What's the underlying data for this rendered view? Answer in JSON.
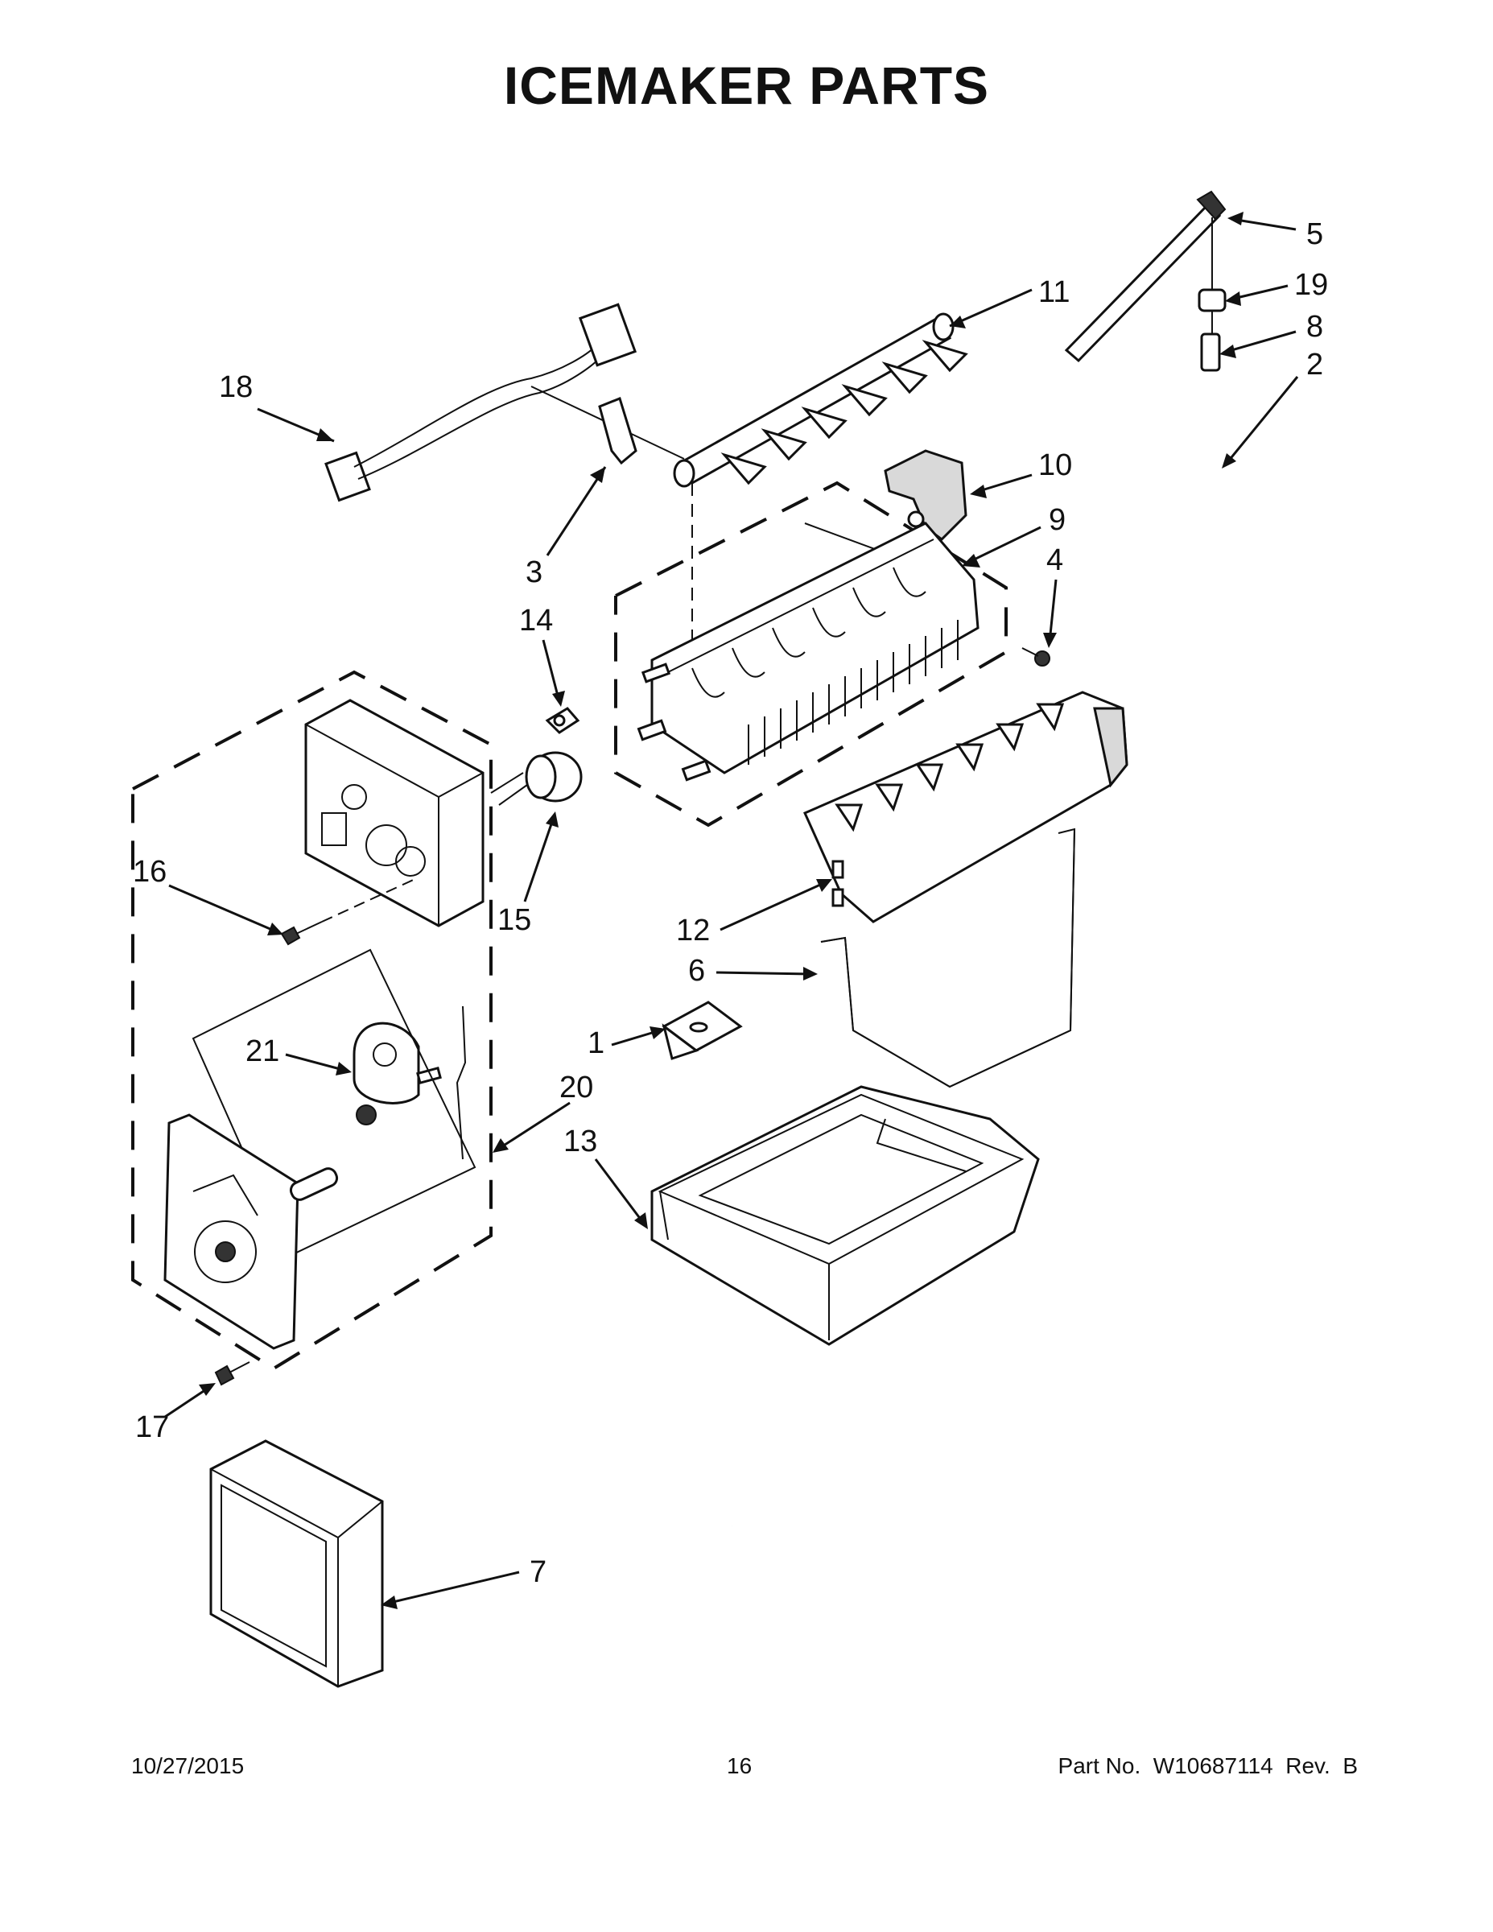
{
  "title": "ICEMAKER PARTS",
  "footer": {
    "date": "10/27/2015",
    "page": "16",
    "part_number": "Part No.  W10687114  Rev.  B"
  },
  "callouts": [
    "1",
    "2",
    "3",
    "4",
    "5",
    "6",
    "7",
    "8",
    "9",
    "10",
    "11",
    "12",
    "13",
    "14",
    "15",
    "16",
    "17",
    "18",
    "19",
    "20",
    "21"
  ]
}
